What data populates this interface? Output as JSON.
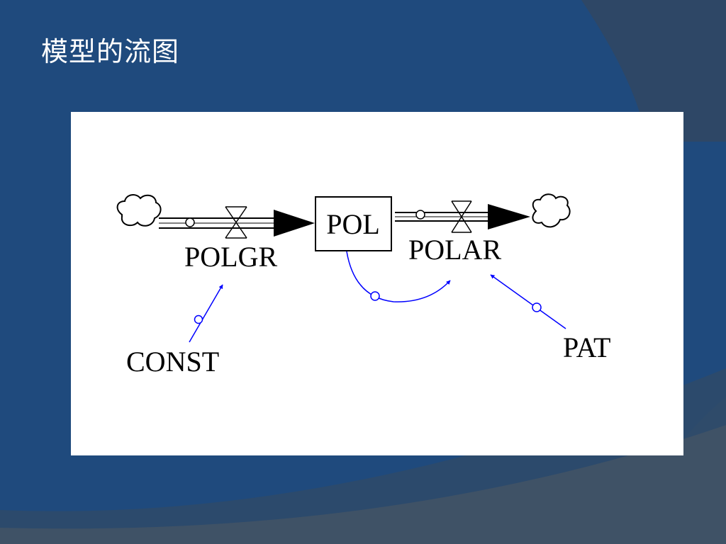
{
  "slide": {
    "title": "模型的流图"
  },
  "colors": {
    "background": "#1f4a7d",
    "swoosh_dark": "#2e4766",
    "swoosh_gray": "#3f5266",
    "panel": "#ffffff",
    "link": "#0000ff",
    "flow": "#000000"
  },
  "diagram": {
    "stock": {
      "label": "POL"
    },
    "inflow": {
      "label": "POLGR"
    },
    "outflow": {
      "label": "POLAR"
    },
    "constants": [
      {
        "id": "const",
        "label": "CONST"
      },
      {
        "id": "pat",
        "label": "PAT"
      }
    ],
    "links": [
      {
        "from": "CONST",
        "to": "POLGR"
      },
      {
        "from": "POL",
        "to": "POLAR"
      },
      {
        "from": "PAT",
        "to": "POLAR"
      }
    ]
  }
}
